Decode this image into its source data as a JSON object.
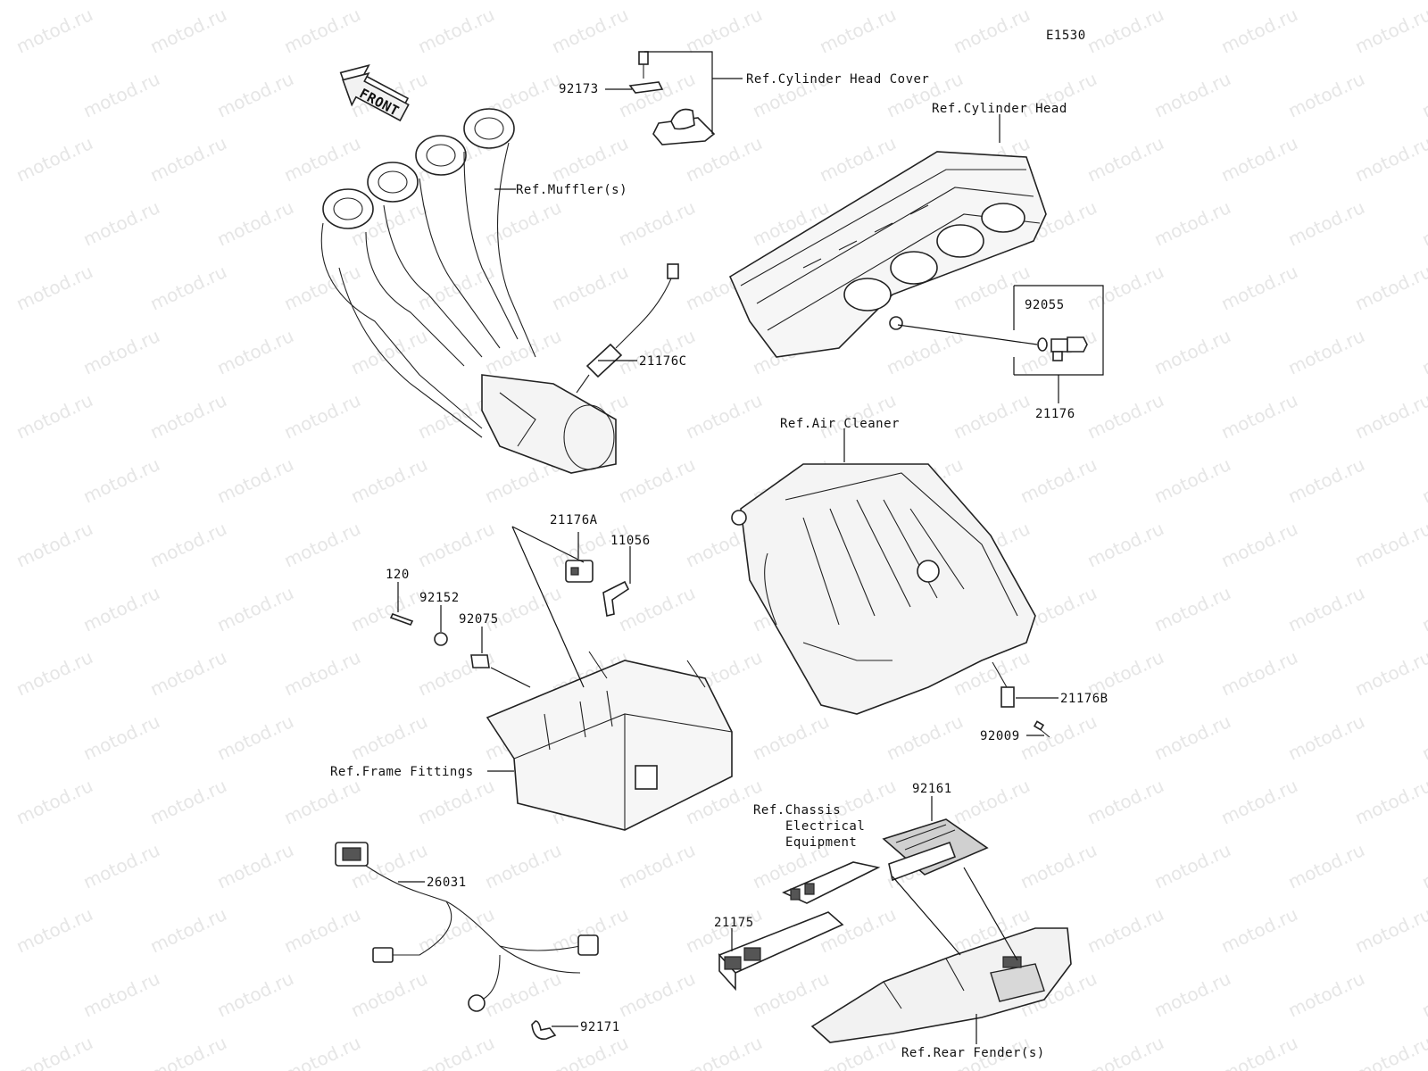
{
  "diagram_code": "E1530",
  "watermark": "motod.ru",
  "front_arrow_label": "FRONT",
  "refs": {
    "cylinder_head_cover": "Ref.Cylinder Head Cover",
    "cylinder_head": "Ref.Cylinder Head",
    "mufflers": "Ref.Muffler(s)",
    "air_cleaner": "Ref.Air Cleaner",
    "frame_fittings": "Ref.Frame Fittings",
    "chassis_electrical_line1": "Ref.Chassis",
    "chassis_electrical_line2": "Electrical",
    "chassis_electrical_line3": "Equipment",
    "rear_fenders": "Ref.Rear Fender(s)"
  },
  "parts": {
    "p92173": "92173",
    "p21176C": "21176C",
    "p92055": "92055",
    "p21176": "21176",
    "p21176A": "21176A",
    "p11056": "11056",
    "p120": "120",
    "p92152": "92152",
    "p92075": "92075",
    "p21176B": "21176B",
    "p92009": "92009",
    "p92161": "92161",
    "p26031": "26031",
    "p21175": "21175",
    "p92171": "92171"
  }
}
